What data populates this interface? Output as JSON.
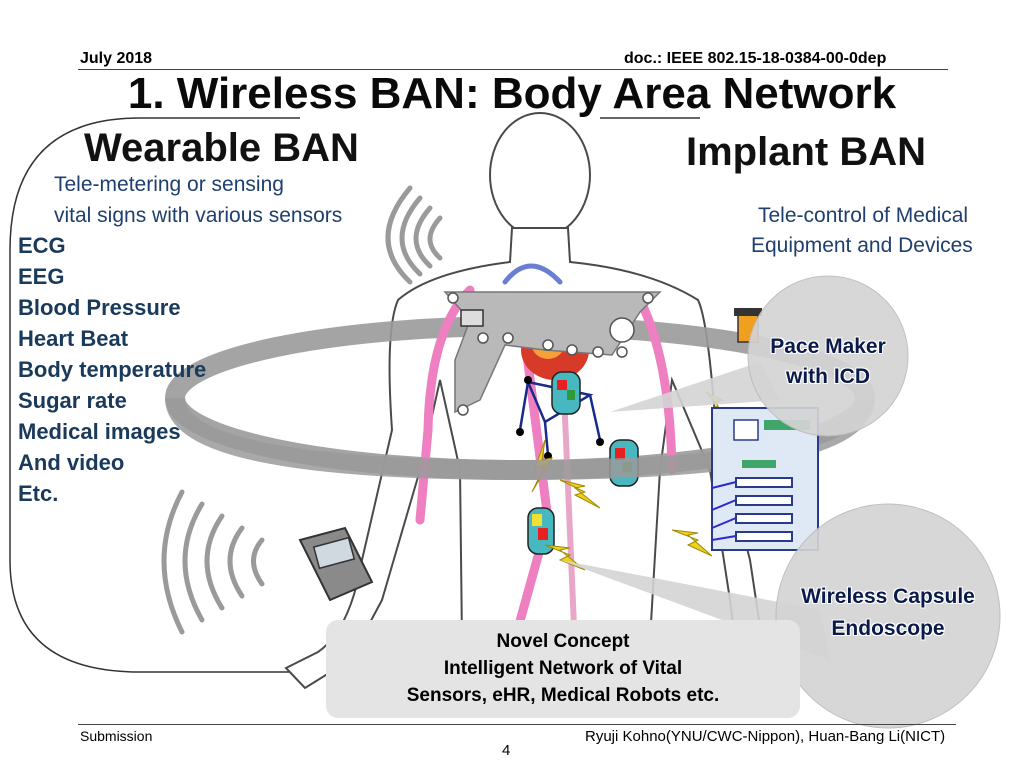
{
  "header": {
    "date": "July 2018",
    "doc": "doc.: IEEE 802.15-18-0384-00-0dep"
  },
  "title": "1. Wireless BAN: Body Area Network",
  "wearable": {
    "heading": "Wearable BAN",
    "desc_line1": "Tele-metering or sensing",
    "desc_line2": "vital signs with various sensors",
    "sensors": [
      "ECG",
      "EEG",
      "Blood Pressure",
      "Heart Beat",
      "Body temperature",
      "Sugar rate",
      "Medical images",
      "And video",
      "Etc."
    ]
  },
  "implant": {
    "heading": "Implant BAN",
    "desc_line1": "Tele-control of Medical",
    "desc_line2": "Equipment and Devices"
  },
  "bubbles": {
    "pacemaker_line1": "Pace Maker",
    "pacemaker_line2": "with ICD",
    "capsule_line1": "Wireless Capsule",
    "capsule_line2": "Endoscope"
  },
  "concept": {
    "line1": "Novel Concept",
    "line2": "Intelligent Network of Vital",
    "line3": "Sensors, eHR, Medical Robots etc."
  },
  "footer": {
    "left": "Submission",
    "right": "Ryuji Kohno(YNU/CWC-Nippon), Huan-Bang Li(NICT)",
    "page": "4"
  },
  "colors": {
    "ring": "#9a9a9a",
    "artery": "#ee7fc0",
    "heading_text": "#1f3f6e",
    "bubble": "#d4d4d4"
  }
}
